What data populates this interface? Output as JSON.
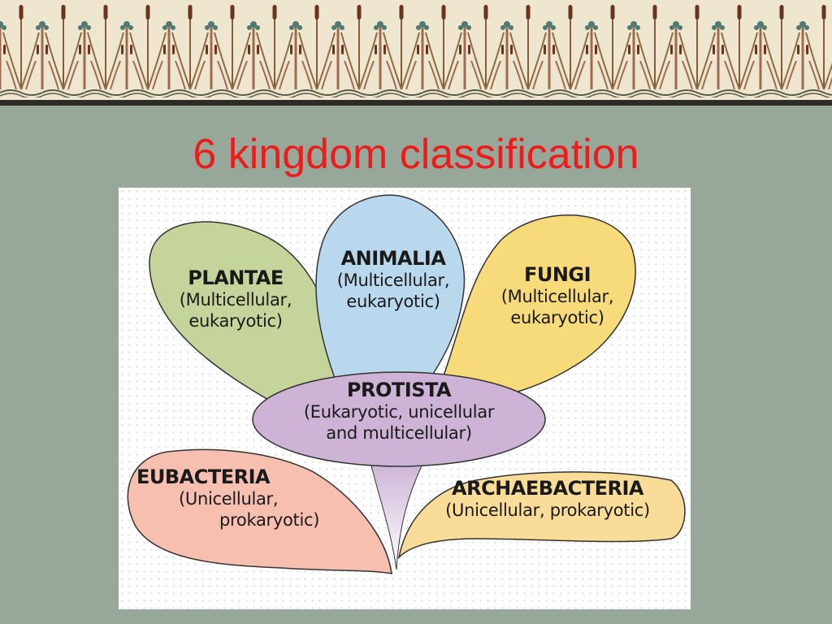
{
  "slide": {
    "title": "6 kingdom classification",
    "background_color": "#97a89a",
    "title_color": "#ee1b1b",
    "decorative_border": "cattail-and-iris-frieze"
  },
  "diagram": {
    "kingdoms": [
      {
        "name": "PLANTAE",
        "desc_line1": "(Multicellular,",
        "desc_line2": "eukaryotic)",
        "color": "#c4d49a"
      },
      {
        "name": "ANIMALIA",
        "desc_line1": "(Multicellular,",
        "desc_line2": "eukaryotic)",
        "color": "#b9d8ee"
      },
      {
        "name": "FUNGI",
        "desc_line1": "(Multicellular,",
        "desc_line2": "eukaryotic)",
        "color": "#f7da7a"
      },
      {
        "name": "PROTISTA",
        "desc_line1": "(Eukaryotic, unicellular",
        "desc_line2": "and multicellular)",
        "color": "#cdb3d6"
      },
      {
        "name": "EUBACTERIA",
        "desc_line1": "(Unicellular,",
        "desc_line2": "prokaryotic)",
        "color": "#f7bfb0"
      },
      {
        "name": "ARCHAEBACTERIA",
        "desc_line1": "(Unicellular, prokaryotic)",
        "desc_line2": "",
        "color": "#f8dc98"
      }
    ]
  }
}
